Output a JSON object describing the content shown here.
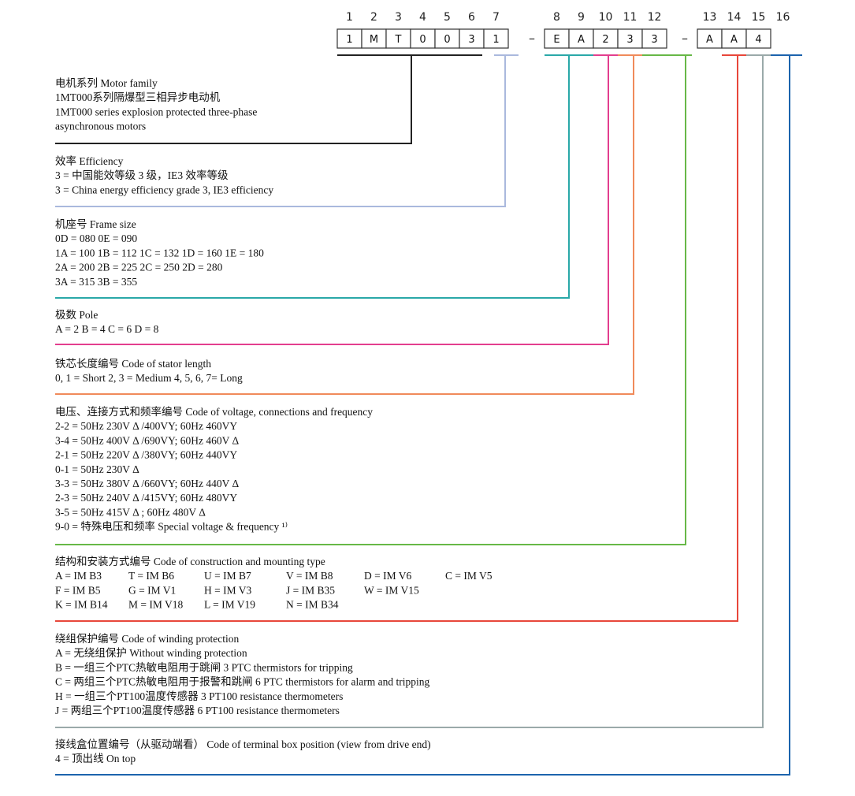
{
  "positions": [
    "1",
    "2",
    "3",
    "4",
    "5",
    "6",
    "7",
    "8",
    "9",
    "10",
    "11",
    "12",
    "13",
    "14",
    "15",
    "16"
  ],
  "code": [
    "1",
    "M",
    "T",
    "0",
    "0",
    "3",
    "1",
    "E",
    "A",
    "2",
    "3",
    "3",
    "A",
    "A",
    "4"
  ],
  "separators": [
    "–",
    "–"
  ],
  "colors": {
    "motor_family": "#222222",
    "efficiency": "#aab9dd",
    "frame_size": "#2aa8a8",
    "pole": "#e33e8e",
    "stator": "#f08a5a",
    "voltage": "#67b847",
    "mounting": "#e8473a",
    "winding": "#9aa9a9",
    "terminal": "#1c63ad",
    "box_border": "#333333"
  },
  "sections": [
    {
      "key": "motor_family",
      "lines": [
        "电机系列  Motor family",
        "1MT000系列隔爆型三相异步电动机",
        "1MT000 series explosion protected three-phase",
        "asynchronous motors"
      ]
    },
    {
      "key": "efficiency",
      "lines": [
        "效率  Efficiency",
        "3 = 中国能效等级 3 级，IE3 效率等级",
        "3 = China energy efficiency grade 3, IE3 efficiency"
      ]
    },
    {
      "key": "frame_size",
      "lines": [
        "机座号  Frame size",
        "0D = 080   0E = 090",
        "1A = 100   1B = 112   1C = 132   1D = 160   1E = 180",
        "2A = 200   2B = 225   2C = 250   2D = 280",
        "3A = 315   3B = 355"
      ]
    },
    {
      "key": "pole",
      "lines": [
        "极数  Pole",
        "A = 2   B = 4   C = 6   D = 8"
      ]
    },
    {
      "key": "stator",
      "lines": [
        "铁芯长度编号  Code of stator length",
        "0, 1 = Short   2, 3 = Medium   4, 5, 6, 7= Long"
      ]
    },
    {
      "key": "voltage",
      "lines": [
        "电压、连接方式和频率编号  Code of voltage, connections and frequency",
        "2-2 = 50Hz 230V Δ /400VY; 60Hz 460VY",
        "3-4 = 50Hz 400V Δ /690VY; 60Hz 460V Δ",
        "2-1 = 50Hz 220V Δ /380VY; 60Hz 440VY",
        "0-1 = 50Hz 230V Δ",
        "3-3 = 50Hz 380V Δ /660VY; 60Hz 440V Δ",
        "2-3 = 50Hz 240V Δ /415VY; 60Hz 480VY",
        "3-5 = 50Hz 415V Δ ; 60Hz 480V Δ",
        "9-0 = 特殊电压和频率  Special voltage & frequency ¹⁾"
      ]
    },
    {
      "key": "mounting",
      "lines": [
        "结构和安装方式编号  Code of construction and mounting type"
      ],
      "grid": [
        [
          "A = IM B3",
          "T = IM B6",
          "U = IM B7",
          "V = IM B8",
          "D = IM V6",
          "C = IM V5"
        ],
        [
          "F = IM B5",
          "G = IM V1",
          "H = IM V3",
          "J = IM B35",
          "W = IM V15"
        ],
        [
          "K = IM B14",
          "M = IM V18",
          "L = IM V19",
          "N = IM B34"
        ]
      ]
    },
    {
      "key": "winding",
      "lines": [
        "绕组保护编号  Code of winding protection",
        "A = 无绕组保护  Without winding protection",
        "B = 一组三个PTC热敏电阻用于跳闸  3 PTC thermistors for tripping",
        "C = 两组三个PTC热敏电阻用于报警和跳闸  6 PTC thermistors for alarm and tripping",
        "H = 一组三个PT100温度传感器  3 PT100 resistance thermometers",
        "J = 两组三个PT100温度传感器  6 PT100 resistance thermometers"
      ]
    },
    {
      "key": "terminal",
      "lines": [
        "接线盒位置编号（从驱动端看）  Code of terminal box position (view from drive end)",
        "4 = 顶出线 On top"
      ]
    }
  ]
}
